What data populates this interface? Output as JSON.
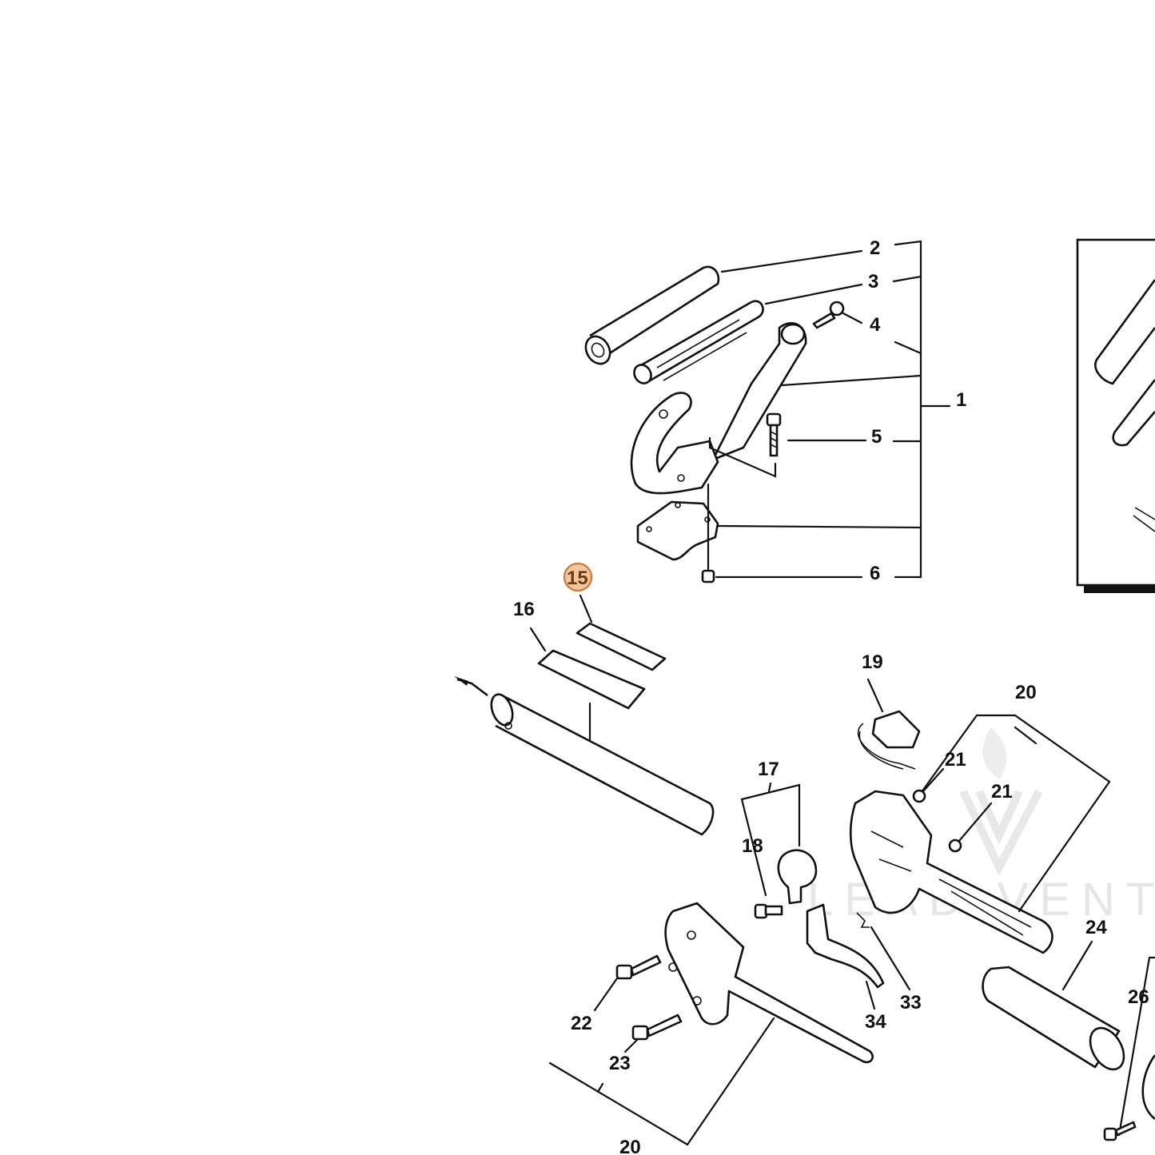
{
  "highlight": {
    "callout": "15",
    "color": "#f3c79e",
    "ring": "#c98443"
  },
  "callouts": [
    "2",
    "3",
    "4",
    "1",
    "5",
    "6",
    "15",
    "16",
    "19",
    "20",
    "21",
    "21",
    "17",
    "18",
    "24",
    "26",
    "22",
    "23",
    "33",
    "34",
    "20"
  ],
  "watermark": {
    "text": "LEAD VENTUR",
    "color": "#e6e6e6"
  }
}
